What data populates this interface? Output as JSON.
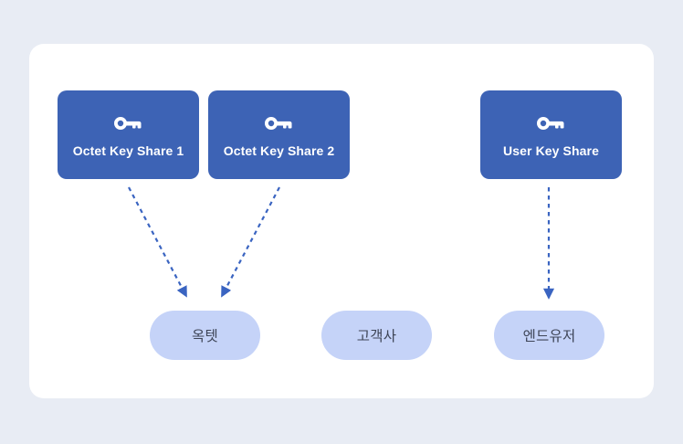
{
  "diagram": {
    "boxes": [
      {
        "id": "octet-key-share-1",
        "label": "Octet Key Share 1",
        "icon": "key-icon"
      },
      {
        "id": "octet-key-share-2",
        "label": "Octet Key Share 2",
        "icon": "key-icon"
      },
      {
        "id": "user-key-share",
        "label": "User Key Share",
        "icon": "key-icon"
      }
    ],
    "pills": [
      {
        "id": "octet",
        "label": "옥텟"
      },
      {
        "id": "customer",
        "label": "고객사"
      },
      {
        "id": "end-user",
        "label": "엔드유저"
      }
    ],
    "edges": [
      {
        "from": "octet-key-share-1",
        "to": "octet",
        "style": "dashed-arrow"
      },
      {
        "from": "octet-key-share-2",
        "to": "octet",
        "style": "dashed-arrow"
      },
      {
        "from": "user-key-share",
        "to": "end-user",
        "style": "dashed-arrow"
      }
    ],
    "colors": {
      "page_background": "#e8ecf4",
      "card_background": "#ffffff",
      "box_fill": "#3d63b5",
      "box_text": "#ffffff",
      "pill_fill": "#c5d3f8",
      "pill_text": "#3e4557",
      "arrow": "#3a64c1"
    }
  }
}
